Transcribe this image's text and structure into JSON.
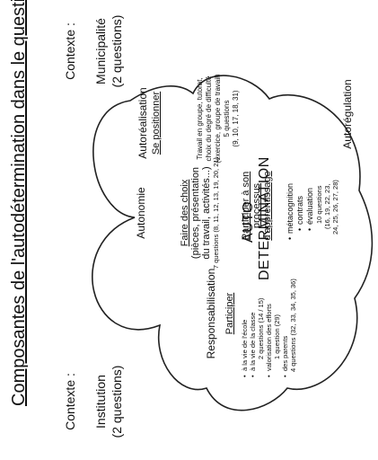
{
  "title": "Composantes de l'autodétermination dans le questionnaire",
  "left_context": {
    "heading": "Contexte :",
    "line1": "Institution",
    "line2": "(2 questions)"
  },
  "right_context": {
    "heading": "Contexte :",
    "line1": "Municipalité",
    "line2": "(2 questions)"
  },
  "center": {
    "line1": "AUTO",
    "line2": "DETERMINATION"
  },
  "autonomie": {
    "label": "Autonomie",
    "subtitle": "Faire des choix",
    "detail1": "(pièces, présentation",
    "detail2": "du travail, activités...)",
    "questions": "7 questions (8, 11, 12, 13, 19, 20, 21)"
  },
  "autorealisation": {
    "label": "Autoréalisation",
    "subtitle": "Se positionner",
    "line1": "Travail en groupe, tutorat,",
    "line2": "choix du degré de difficulté",
    "line3": "(exercice, groupe de travail)",
    "questions1": "5 questions",
    "questions2": "(9, 10, 17, 18, 31)"
  },
  "responsabilisation": {
    "label": "Responsabilisation",
    "subtitle": "Participer",
    "item1": "à la vie de l'école",
    "item2": "à la vie de la classe",
    "item2_q": "2 questions (14 / 15)",
    "item3": "valorisation des efforts",
    "item3_q": "1 question (29)",
    "item4": "des parents",
    "item4_q": "4 questions (32, 33, 34, 35, 36)"
  },
  "autoregulation": {
    "label": "Autorégulation",
    "subtitle1": "Participer à son",
    "subtitle2": "processus",
    "subtitle3": "d'apprentissage",
    "item1": "métacognition",
    "item2": "contrats",
    "item3": "évaluation",
    "questions1": "10 questions",
    "questions2": "(16, 19, 22, 23,",
    "questions3": "24, 25, 26, 27, 28)"
  }
}
